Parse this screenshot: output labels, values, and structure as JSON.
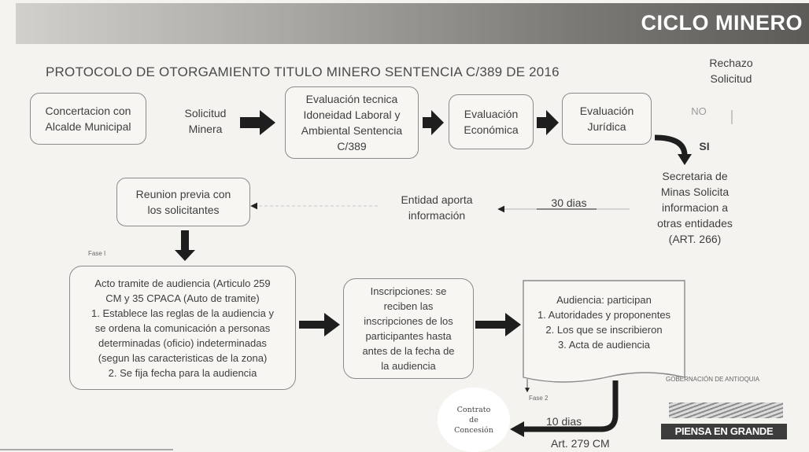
{
  "banner": {
    "title": "CICLO MINERO"
  },
  "title": "PROTOCOLO DE OTORGAMIENTO TITULO MINERO SENTENCIA C/389 DE 2016",
  "nodes": {
    "concertacion": "Concertacion con\nAlcalde Municipal",
    "solicitud": "Solicitud\nMinera",
    "evaluacion_tecnica": "Evaluación tecnica\nIdoneidad Laboral y\nAmbiental Sentencia\nC/389",
    "evaluacion_economica": "Evaluación\nEconómica",
    "evaluacion_juridica": "Evaluación\nJurídica",
    "rechazo": "Rechazo\nSolicitud",
    "secretaria": "Secretaria de\nMinas Solicita\ninformacion a\notras entidades\n(ART. 266)",
    "entidad": "Entidad aporta\ninformación",
    "reunion": "Reunion previa con\nlos solicitantes",
    "acto_tramite": "Acto tramite de audiencia (Articulo 259\nCM y 35 CPACA (Auto de tramite)\n1. Establece las reglas de la audiencia y\nse ordena la comunicación a personas\ndeterminadas (oficio) indeterminadas\n(segun las caracteristicas de la zona)\n2. Se fija fecha para la audiencia",
    "inscripciones": "Inscripciones: se\nreciben las\ninscripciones de los\nparticipantes hasta\nantes de la fecha de\nla audiencia",
    "audiencia": "Audiencia: participan\n1. Autoridades y proponentes\n2. Los que se inscribieron\n3. Acta de audiencia",
    "contrato": "Contrato\nde\nConcesión"
  },
  "labels": {
    "no": "NO",
    "si": "SI",
    "dias30": "30 dias",
    "dias10": "10 dias",
    "art279": "Art. 279 CM",
    "fase1": "Fase I",
    "fase2": "Fase 2",
    "small_caption": "GOBERNACIÓN DE ANTIOQUIA"
  },
  "logo": {
    "text": "PIENSA EN GRANDE"
  }
}
